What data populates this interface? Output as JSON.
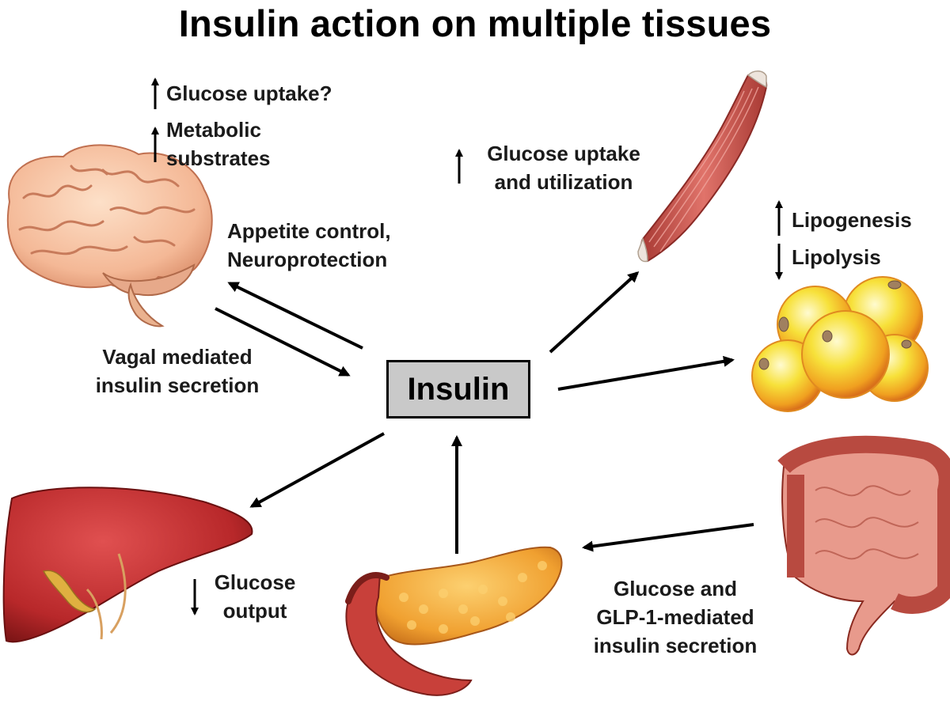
{
  "title": "Insulin action on multiple tissues",
  "center": {
    "label": "Insulin"
  },
  "brain": {
    "effects": [
      {
        "direction": "up",
        "text": "Glucose uptake?"
      },
      {
        "direction": "up",
        "lines": [
          "Metabolic",
          "substrates"
        ]
      }
    ],
    "action_lines": [
      "Appetite control,",
      "Neuroprotection"
    ],
    "feedback_lines": [
      "Vagal mediated",
      "insulin secretion"
    ]
  },
  "muscle": {
    "effect": {
      "direction": "up",
      "lines": [
        "Glucose uptake",
        "and utilization"
      ]
    }
  },
  "adipose": {
    "effects": [
      {
        "direction": "up",
        "text": "Lipogenesis"
      },
      {
        "direction": "down",
        "text": "Lipolysis"
      }
    ]
  },
  "liver": {
    "effect": {
      "direction": "down",
      "lines": [
        "Glucose",
        "output"
      ]
    }
  },
  "gut": {
    "feedback_lines": [
      "Glucose and",
      "GLP-1-mediated",
      "insulin secretion"
    ]
  },
  "colors": {
    "arrow": "#000000",
    "box_fill": "#c9c9c9",
    "brain": "#f4b896",
    "muscle": "#c8524a",
    "fat": "#f5c518",
    "liver": "#b8282a",
    "pancreas": "#f0a030",
    "intestine": "#b84a40"
  }
}
